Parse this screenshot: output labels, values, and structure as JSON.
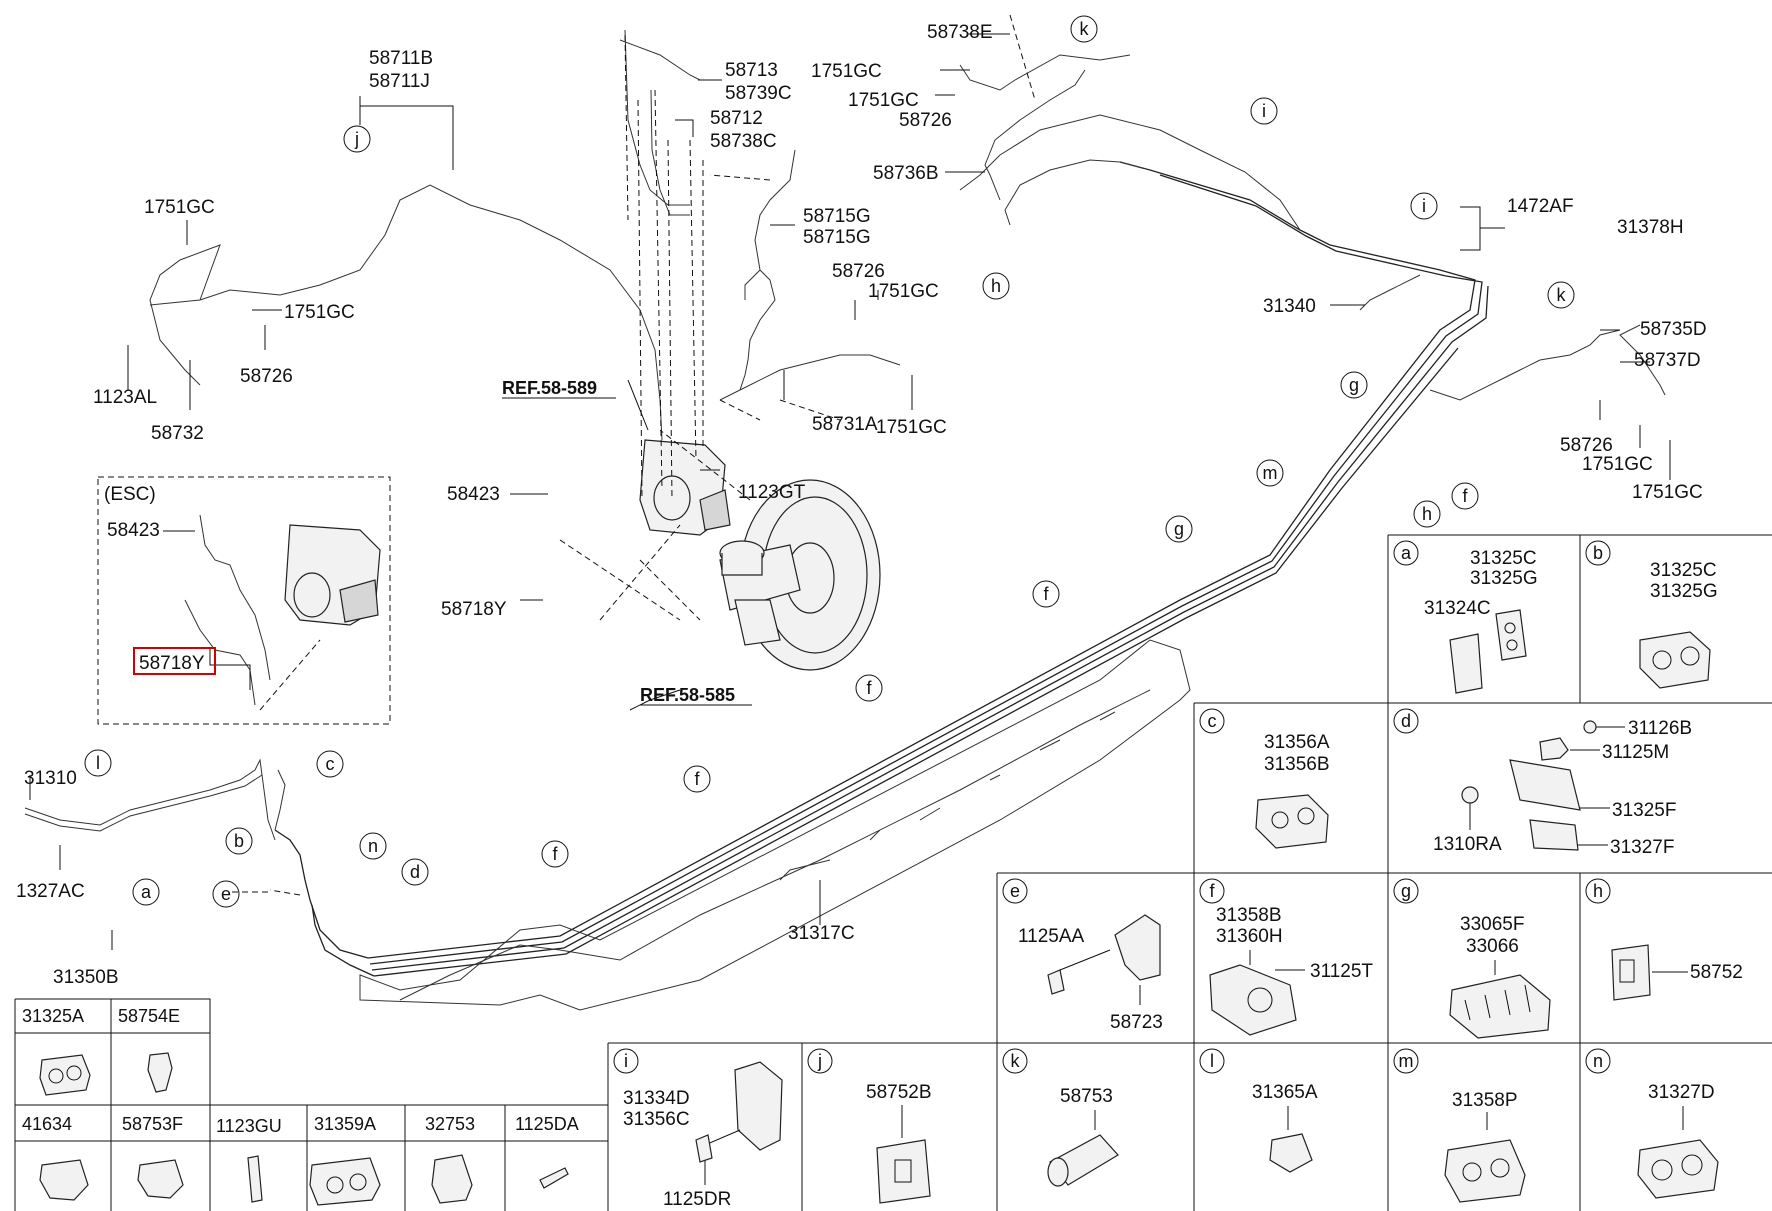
{
  "ref_labels": [
    "REF.58-589",
    "REF.58-585"
  ],
  "esc_label": "(ESC)",
  "esc_parts": [
    "58423",
    "58718Y"
  ],
  "highlighted_part": "58718Y",
  "highlight_color": "#d40000",
  "callouts": {
    "p58711B": "58711B",
    "p58711J": "58711J",
    "p1751GC_a": "1751GC",
    "p1751GC_b": "1751GC",
    "p58726_a": "58726",
    "p1123AL": "1123AL",
    "p58732": "58732",
    "p58713": "58713",
    "p58739C": "58739C",
    "p58712": "58712",
    "p58738C": "58738C",
    "p58715G_a": "58715G",
    "p58715G_b": "58715G",
    "p58726_b": "58726",
    "p1751GC_c": "1751GC",
    "p58731A": "58731A",
    "p1751GC_d": "1751GC",
    "p1123GT": "1123GT",
    "p58423": "58423",
    "p58718Y": "58718Y",
    "p58738E": "58738E",
    "p1751GC_e": "1751GC",
    "p1751GC_f": "1751GC",
    "p58726_c": "58726",
    "p58736B": "58736B",
    "p31340": "31340",
    "p1472AF": "1472AF",
    "p31378H": "31378H",
    "p58735D": "58735D",
    "p58737D": "58737D",
    "p58726_d": "58726",
    "p1751GC_g": "1751GC",
    "p1751GC_h": "1751GC",
    "p31310": "31310",
    "p1327AC": "1327AC",
    "p31350B": "31350B",
    "p31317C": "31317C"
  },
  "circle_letters": {
    "j1": "j",
    "j2": "k",
    "i1": "i",
    "i2": "i",
    "k2": "k",
    "h1": "h",
    "h2": "h",
    "f1": "f",
    "g1": "g",
    "m1": "m",
    "g2": "g",
    "f2": "f",
    "f3": "f",
    "f4": "f",
    "f5": "f",
    "l1": "l",
    "c1": "c",
    "b1": "b",
    "a1": "a",
    "e1": "e",
    "n1": "n",
    "d1": "d"
  },
  "legend_cells": [
    {
      "key": "a",
      "parts": [
        "31325C",
        "31325G",
        "31324C"
      ]
    },
    {
      "key": "b",
      "parts": [
        "31325C",
        "31325G"
      ]
    },
    {
      "key": "c",
      "parts": [
        "31356A",
        "31356B"
      ]
    },
    {
      "key": "d",
      "parts": [
        "31126B",
        "31125M",
        "31325F",
        "1310RA",
        "31327F"
      ]
    },
    {
      "key": "e",
      "parts": [
        "1125AA",
        "58723"
      ]
    },
    {
      "key": "f",
      "parts": [
        "31358B",
        "31360H",
        "31125T"
      ]
    },
    {
      "key": "g",
      "parts": [
        "33065F",
        "33066"
      ]
    },
    {
      "key": "h",
      "parts": [
        "58752"
      ]
    },
    {
      "key": "i",
      "parts": [
        "31334D",
        "31356C",
        "1125DR"
      ]
    },
    {
      "key": "j",
      "parts": [
        "58752B"
      ]
    },
    {
      "key": "k",
      "parts": [
        "58753"
      ]
    },
    {
      "key": "l",
      "parts": [
        "31365A"
      ]
    },
    {
      "key": "m",
      "parts": [
        "31358P"
      ]
    },
    {
      "key": "n",
      "parts": [
        "31327D"
      ]
    }
  ],
  "bottom_table": [
    "31325A",
    "58754E",
    "41634",
    "58753F",
    "1123GU",
    "31359A",
    "32753",
    "1125DA"
  ]
}
